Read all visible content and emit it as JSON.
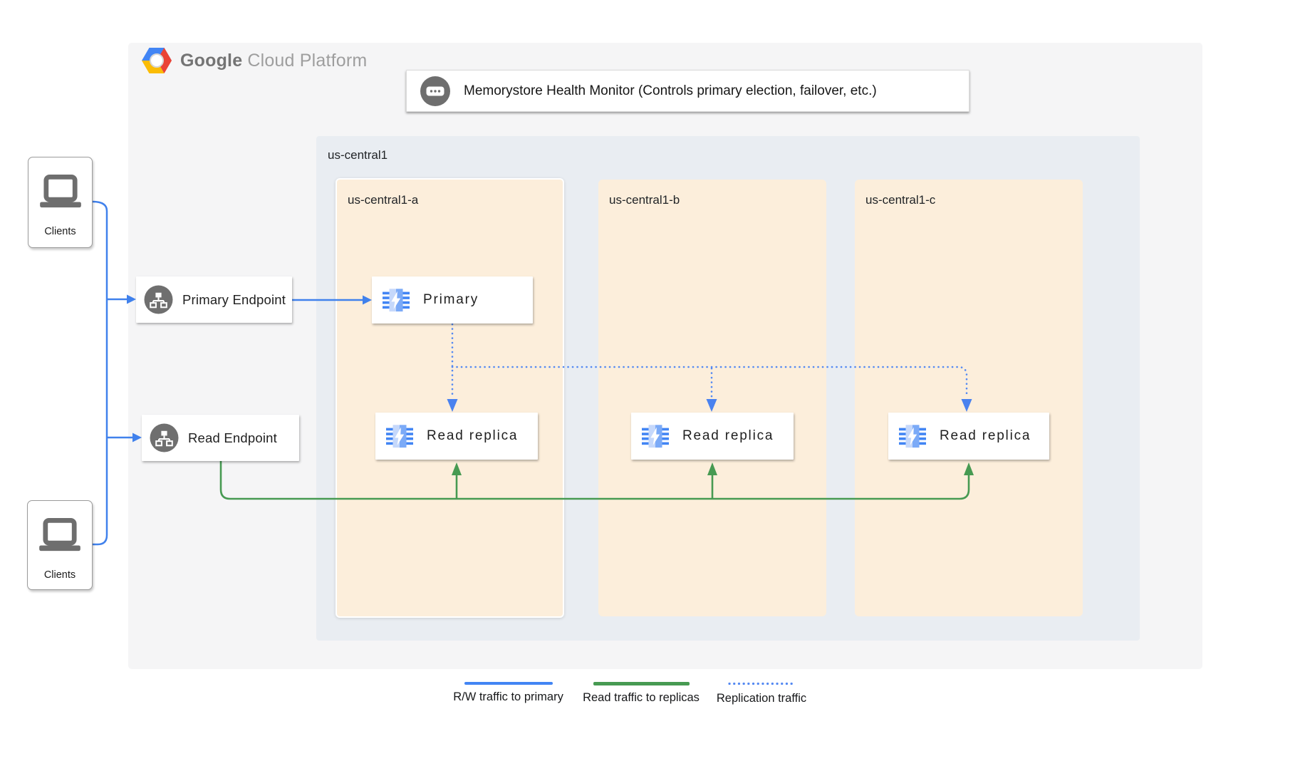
{
  "header": {
    "brand_google": "Google",
    "brand_cloud_platform": "Cloud Platform"
  },
  "health_monitor": {
    "label": "Memorystore Health Monitor (Controls primary election, failover, etc.)",
    "icon": "memorystore-monitor-icon"
  },
  "clients": [
    {
      "label": "Clients",
      "icon": "laptop-icon"
    },
    {
      "label": "Clients",
      "icon": "laptop-icon"
    }
  ],
  "endpoints": [
    {
      "label": "Primary Endpoint",
      "icon": "network-endpoint-icon"
    },
    {
      "label": "Read Endpoint",
      "icon": "network-endpoint-icon"
    }
  ],
  "region": {
    "label": "us-central1",
    "zones": [
      {
        "label": "us-central1-a",
        "highlighted": true,
        "nodes": [
          {
            "label": "Primary",
            "icon": "memorystore-icon"
          },
          {
            "label": "Read replica",
            "icon": "memorystore-icon"
          }
        ]
      },
      {
        "label": "us-central1-b",
        "highlighted": false,
        "nodes": [
          {
            "label": "Read replica",
            "icon": "memorystore-icon"
          }
        ]
      },
      {
        "label": "us-central1-c",
        "highlighted": false,
        "nodes": [
          {
            "label": "Read replica",
            "icon": "memorystore-icon"
          }
        ]
      }
    ]
  },
  "legend": {
    "items": [
      {
        "label": "R/W traffic to primary",
        "style": "solid",
        "color": "#4285f4"
      },
      {
        "label": "Read traffic to replicas",
        "style": "solid",
        "color": "#479a52"
      },
      {
        "label": "Replication traffic",
        "style": "dotted",
        "color": "#5489f2"
      }
    ]
  },
  "colors": {
    "outer_panel": "#f5f5f6",
    "region_panel": "#e9edf2",
    "zone_fill": "#fceedb",
    "rw_traffic_blue": "#4285f4",
    "read_traffic_green": "#479a52",
    "replication_blue": "#5489f2",
    "icon_gray": "#6e6e6e"
  }
}
